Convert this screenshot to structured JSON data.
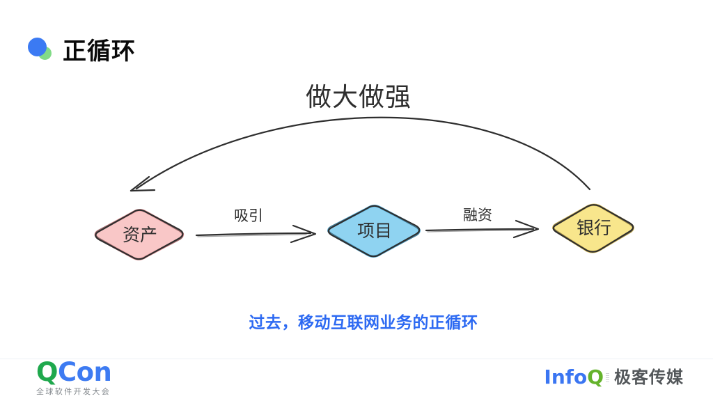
{
  "header": {
    "title": "正循环",
    "logo_blue": "#3B7AF3",
    "logo_green": "#82DB87"
  },
  "diagram": {
    "top_label": "做大做强",
    "ink_color": "#2E2E2E",
    "nodes": [
      {
        "id": "assets",
        "label": "资产",
        "fill": "#F9C7C7",
        "rim": "#EC9C9F"
      },
      {
        "id": "project",
        "label": "项目",
        "fill": "#8FD3F1",
        "rim": "#57B1DC"
      },
      {
        "id": "bank",
        "label": "银行",
        "fill": "#F8E68C",
        "rim": "#DFC35F"
      }
    ],
    "edges": [
      {
        "id": "attract",
        "label": "吸引"
      },
      {
        "id": "finance",
        "label": "融资"
      }
    ]
  },
  "caption": {
    "text": "过去，移动互联网业务的正循环",
    "color": "#2D6AF2"
  },
  "footer": {
    "qcon": {
      "q": "Q",
      "con": "Con",
      "q_color": "#1FA84D",
      "con_color": "#3D7BF2",
      "subtitle": "全球软件开发大会"
    },
    "infoq": {
      "info": "Info",
      "q": "Q",
      "info_color": "#3B76F2",
      "q_color": "#65B32C",
      "brand": "极客传媒"
    }
  }
}
